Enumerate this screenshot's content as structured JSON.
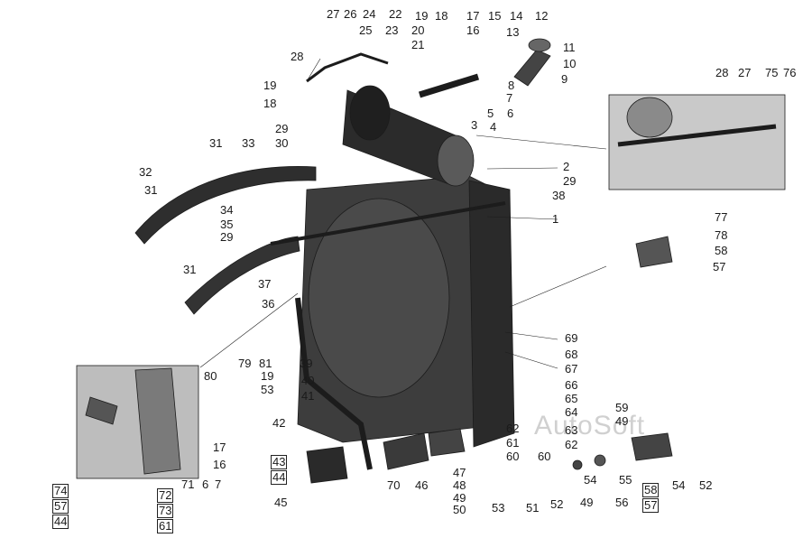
{
  "diagram": {
    "watermark": "AutoSoft",
    "callouts": {
      "c27a": "27",
      "c26": "26",
      "c24": "24",
      "c22": "22",
      "c19a": "19",
      "c18a": "18",
      "c17a": "17",
      "c15": "15",
      "c14": "14",
      "c12": "12",
      "c25": "25",
      "c23": "23",
      "c20": "20",
      "c16a": "16",
      "c13": "13",
      "c21": "21",
      "c11": "11",
      "c10": "10",
      "c9": "9",
      "c28a": "28",
      "c8": "8",
      "c7a": "7",
      "c5": "5",
      "c6a": "6",
      "c3": "3",
      "c4": "4",
      "c19b": "19",
      "c18b": "18",
      "c29a": "29",
      "c30": "30",
      "c31a": "31",
      "c33": "33",
      "c32": "32",
      "c31b": "31",
      "c2": "2",
      "c29b": "29",
      "c38": "38",
      "c34": "34",
      "c35": "35",
      "c29c": "29",
      "c1": "1",
      "c31c": "31",
      "c37": "37",
      "c36": "36",
      "c28b": "28",
      "c27b": "27",
      "c75": "75",
      "c76": "76",
      "c77": "77",
      "c78": "78",
      "c58a": "58",
      "c57a": "57",
      "c69": "69",
      "c68": "68",
      "c67": "67",
      "c66": "66",
      "c65": "65",
      "c64": "64",
      "c63": "63",
      "c62a": "62",
      "c61": "61",
      "c60a": "60",
      "c62b": "62",
      "c60b": "60",
      "c39": "39",
      "c40": "40",
      "c41": "41",
      "c42": "42",
      "c80": "80",
      "c79": "79",
      "c81": "81",
      "c19c": "19",
      "c53a": "53",
      "c17b": "17",
      "c16b": "16",
      "c71": "71",
      "c6b": "6",
      "c7b": "7",
      "c59": "59",
      "c49a": "49",
      "c47": "47",
      "c48": "48",
      "c49b": "49",
      "c50": "50",
      "c53b": "53",
      "c51": "51",
      "c52a": "52",
      "c54a": "54",
      "c49c": "49",
      "c55": "55",
      "c56": "56",
      "c54b": "54",
      "c52b": "52",
      "c70": "70",
      "c46": "46",
      "c45": "45"
    },
    "boxed_groups": {
      "g43_44": [
        "43",
        "44"
      ],
      "g74_57_44": [
        "74",
        "57",
        "44"
      ],
      "g72_73_61": [
        "72",
        "73",
        "61"
      ],
      "g58_57": [
        "58",
        "57"
      ]
    }
  }
}
